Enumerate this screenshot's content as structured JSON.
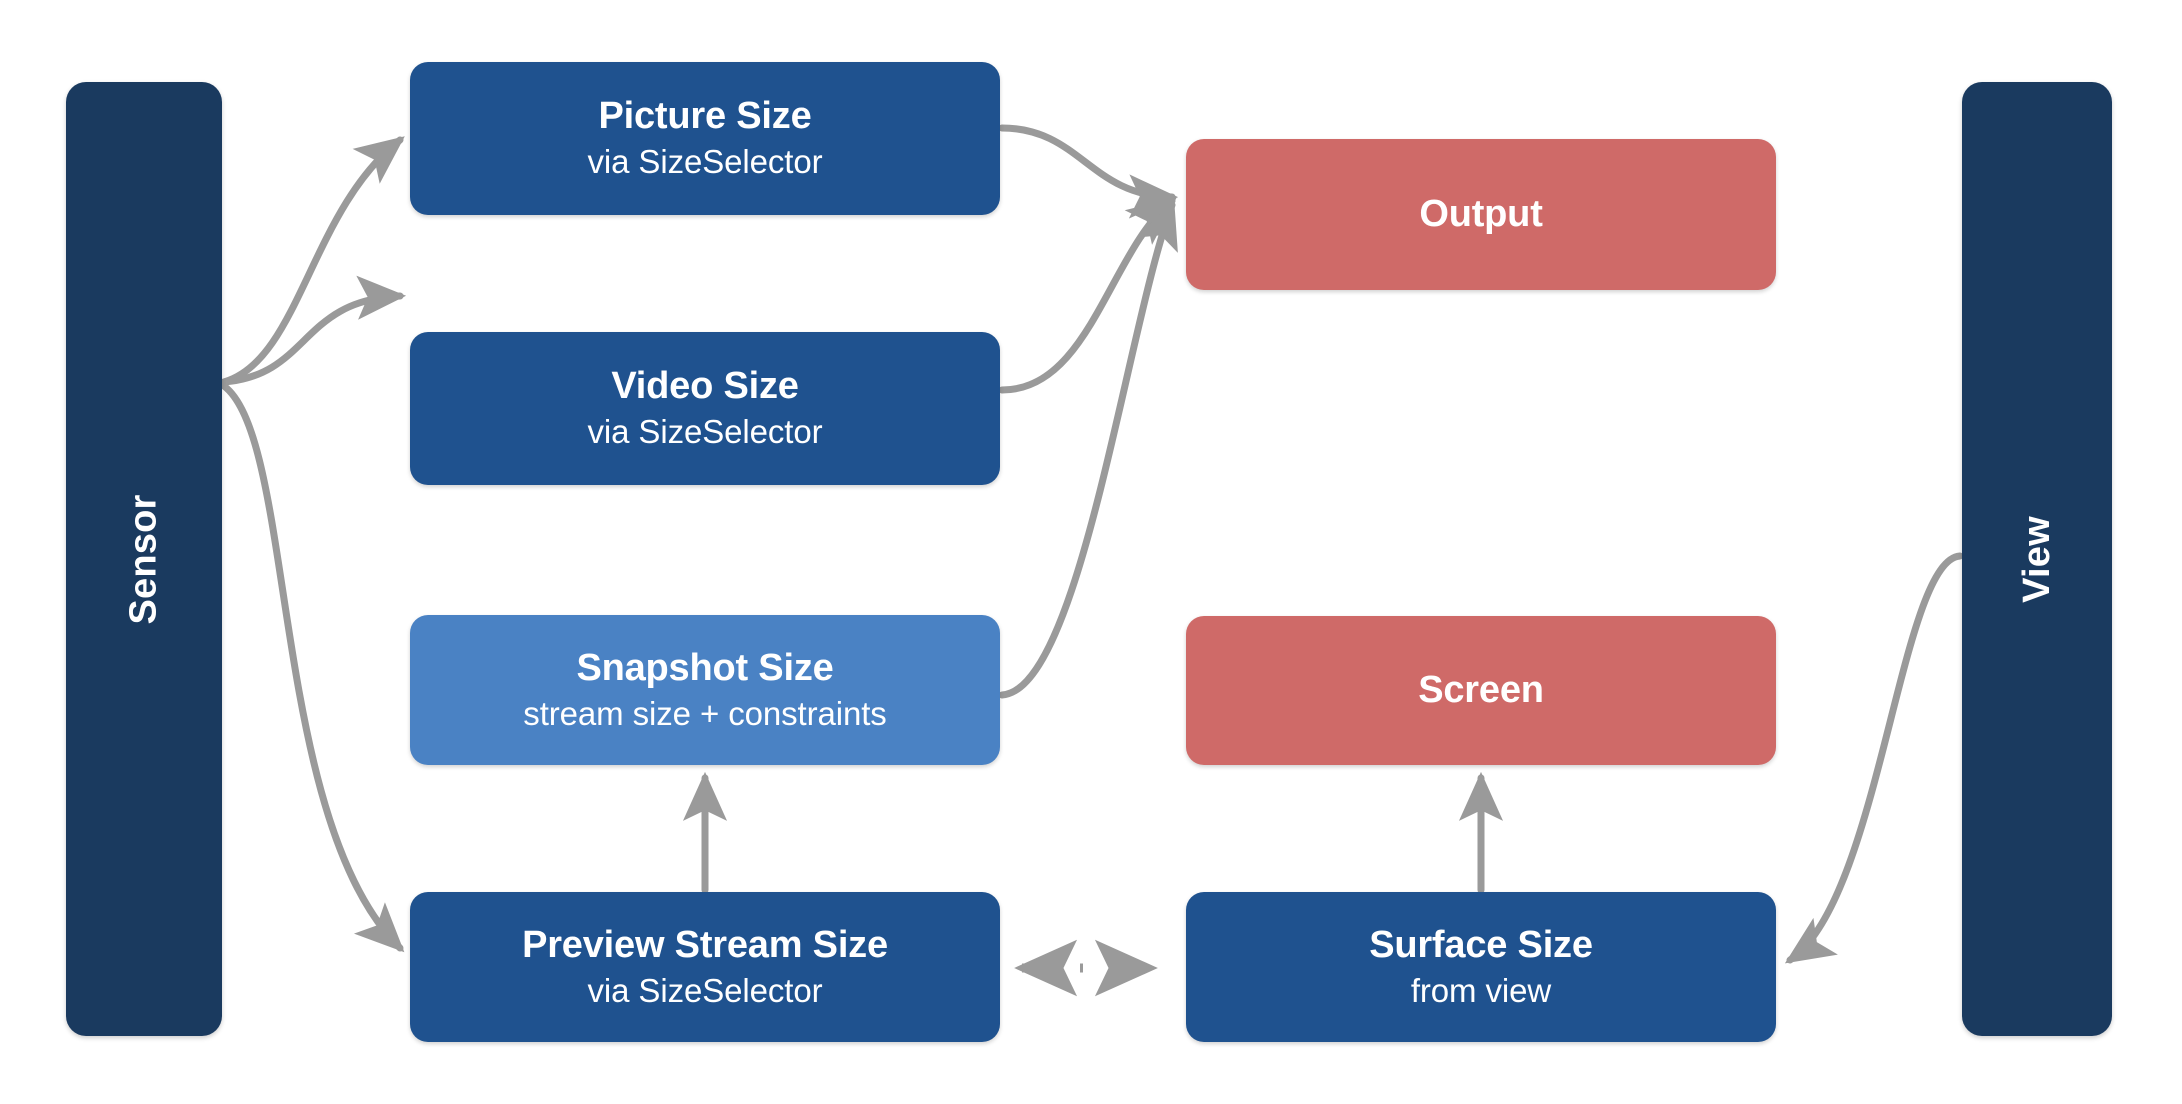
{
  "diagram": {
    "type": "flow-diagram",
    "background_color": "#ffffff",
    "edge_color": "#9a9a9a",
    "lanes": [
      {
        "id": "sensor",
        "label": "Sensor",
        "color": "#1a3a5f",
        "orientation": "vertical-rotated"
      },
      {
        "id": "view",
        "label": "View",
        "color": "#1a3a5f",
        "orientation": "vertical-rotated"
      }
    ],
    "nodes": [
      {
        "id": "picture",
        "title": "Picture Size",
        "subtitle": "via SizeSelector",
        "color": "#1f528f",
        "column": "left"
      },
      {
        "id": "video",
        "title": "Video Size",
        "subtitle": "via SizeSelector",
        "color": "#1f528f",
        "column": "left"
      },
      {
        "id": "snapshot",
        "title": "Snapshot Size",
        "subtitle": "stream size + constraints",
        "color": "#4a82c4",
        "column": "left"
      },
      {
        "id": "preview",
        "title": "Preview Stream Size",
        "subtitle": "via SizeSelector",
        "color": "#1f528f",
        "column": "left"
      },
      {
        "id": "output",
        "title": "Output",
        "subtitle": "",
        "color": "#cf6a68",
        "column": "right"
      },
      {
        "id": "screen",
        "title": "Screen",
        "subtitle": "",
        "color": "#cf6a68",
        "column": "right"
      },
      {
        "id": "surface",
        "title": "Surface Size",
        "subtitle": "from view",
        "color": "#1f528f",
        "column": "right"
      }
    ],
    "edges": [
      {
        "from": "sensor",
        "to": "picture",
        "style": "curved",
        "arrow": "end"
      },
      {
        "from": "sensor",
        "to": "video",
        "style": "curved",
        "arrow": "end"
      },
      {
        "from": "sensor",
        "to": "preview",
        "style": "curved",
        "arrow": "end"
      },
      {
        "from": "picture",
        "to": "output",
        "style": "curved",
        "arrow": "end"
      },
      {
        "from": "video",
        "to": "output",
        "style": "curved",
        "arrow": "end"
      },
      {
        "from": "snapshot",
        "to": "output",
        "style": "curved",
        "arrow": "end"
      },
      {
        "from": "preview",
        "to": "snapshot",
        "style": "straight",
        "arrow": "end"
      },
      {
        "from": "surface",
        "to": "screen",
        "style": "straight",
        "arrow": "end"
      },
      {
        "from": "view",
        "to": "surface",
        "style": "curved",
        "arrow": "end"
      },
      {
        "from": "preview",
        "to": "surface",
        "style": "dotted",
        "arrow": "both"
      }
    ]
  }
}
